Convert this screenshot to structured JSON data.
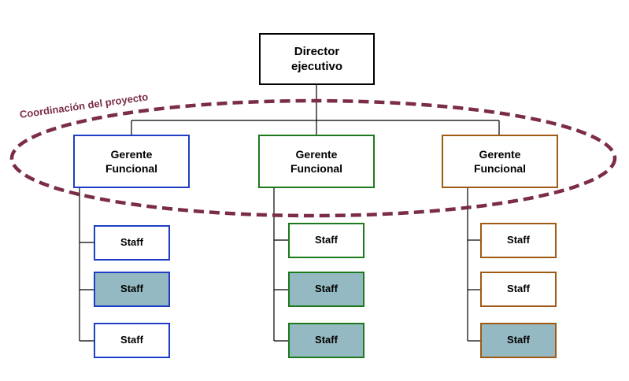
{
  "title": "",
  "director": {
    "label": "Director\nejecutivo"
  },
  "coordination_label": "Coordinación del proyecto",
  "colors": {
    "line": "#000000",
    "ellipse": "#7b2c4a",
    "staff_fill_highlight": "#95b9c2",
    "blue": "#1f3ec4",
    "green": "#1c7a1c",
    "orange": "#a05a14"
  },
  "branches": [
    {
      "manager_label": "Gerente\nFuncional",
      "color": "#1f3ec4",
      "staff": [
        {
          "label": "Staff",
          "highlighted": false
        },
        {
          "label": "Staff",
          "highlighted": true
        },
        {
          "label": "Staff",
          "highlighted": false
        }
      ]
    },
    {
      "manager_label": "Gerente\nFuncional",
      "color": "#1c7a1c",
      "staff": [
        {
          "label": "Staff",
          "highlighted": false
        },
        {
          "label": "Staff",
          "highlighted": true
        },
        {
          "label": "Staff",
          "highlighted": true
        }
      ]
    },
    {
      "manager_label": "Gerente\nFuncional",
      "color": "#a05a14",
      "staff": [
        {
          "label": "Staff",
          "highlighted": false
        },
        {
          "label": "Staff",
          "highlighted": false
        },
        {
          "label": "Staff",
          "highlighted": true
        }
      ]
    }
  ]
}
